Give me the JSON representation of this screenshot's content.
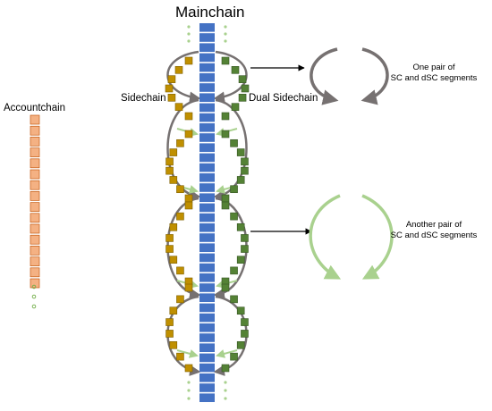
{
  "labels": {
    "mainchain": "Mainchain",
    "accountchain": "Accountchain",
    "sidechain": "Sidechain",
    "dual_sidechain": "Dual Sidechain",
    "pair1_line1": "One pair of",
    "pair1_line2": "SC and dSC segments",
    "pair2_line1": "Another pair of",
    "pair2_line2": "SC and dSC segments"
  },
  "colors": {
    "mainchain_block": "#4472c4",
    "account_block": "#f4b183",
    "sidechain_block": "#bf8f00",
    "dual_sidechain_block": "#548235",
    "loop_arrow": "#7f7f7f",
    "pair1_arrow": "#7f7f7f",
    "pair2_arrow": "#a9d18e",
    "continuation_dots": "#a9d18e"
  }
}
